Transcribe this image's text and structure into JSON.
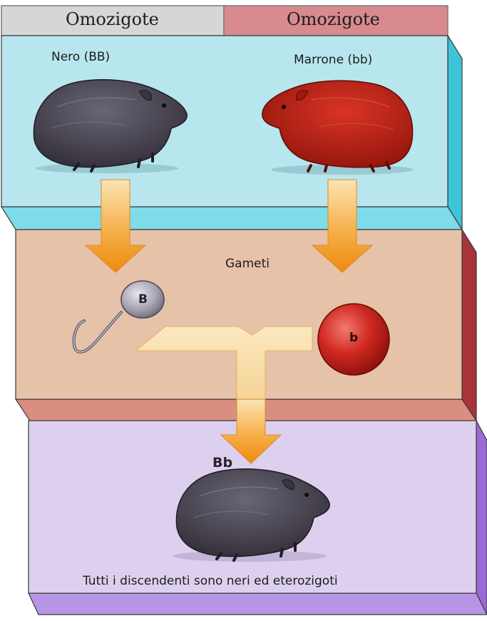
{
  "header": {
    "left_label": "Omozigote",
    "right_label": "Omozigote",
    "left_color": "#d6d6d8",
    "right_color": "#d88a8f"
  },
  "parents": {
    "left_label": "Nero (BB)",
    "right_label": "Marrone (bb)",
    "left_color": "#4a4652",
    "right_color": "#b21a10"
  },
  "gametes": {
    "title": "Gameti",
    "sperm_allele": "B",
    "egg_allele": "b"
  },
  "offspring": {
    "genotype": "Bb",
    "caption": "Tutti i discendenti sono neri ed eterozigoti"
  },
  "palette": {
    "top_panel": "#b8e6ee",
    "middle_panel": "#e6c2a8",
    "bottom_panel": "#ddd0ee",
    "arrow": "#f2951a"
  }
}
